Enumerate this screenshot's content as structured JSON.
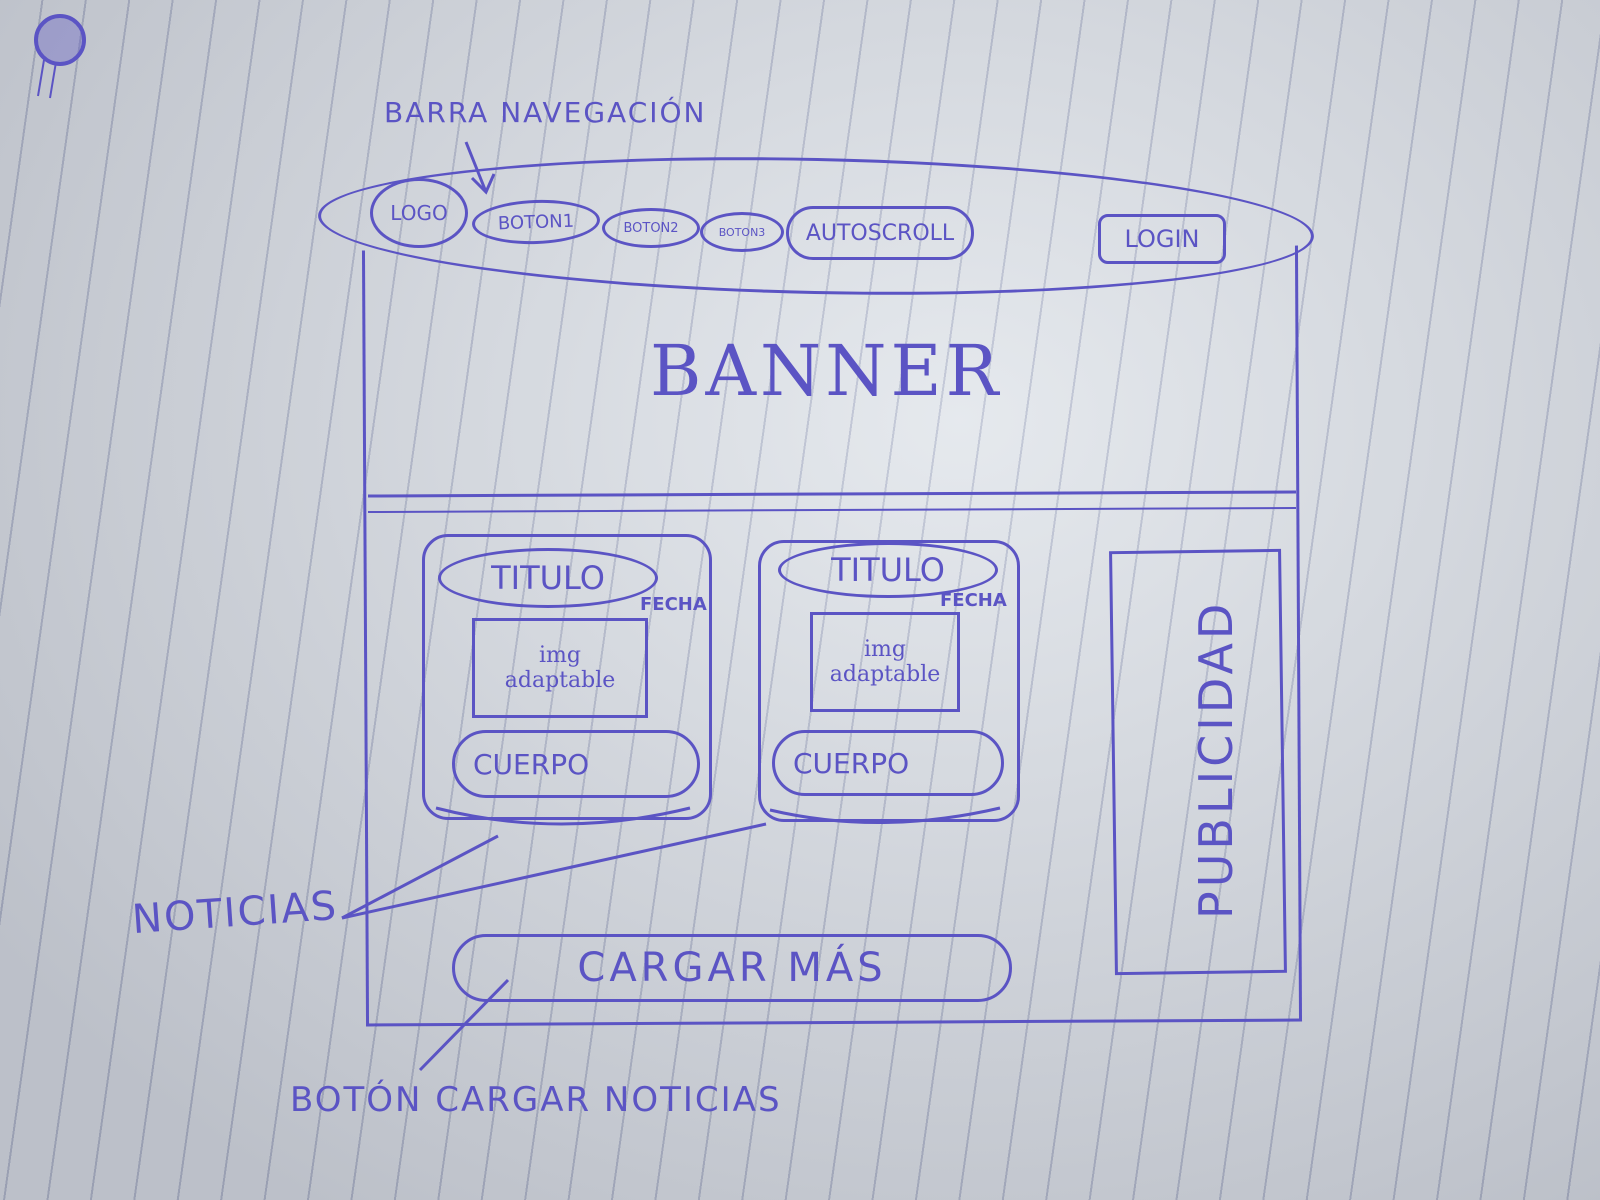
{
  "annotations": {
    "nav_bar": "BARRA NAVEGACIÓN",
    "news": "NOTICIAS",
    "load_button": "BOTÓN CARGAR NOTICIAS"
  },
  "navbar": {
    "logo": "LOGO",
    "buttons": [
      "BOTON1",
      "BOTON2",
      "BOTON3",
      "AUTOSCROLL"
    ],
    "login": "LOGIN"
  },
  "banner": {
    "label": "BANNER"
  },
  "news_cards": [
    {
      "title": "TITULO",
      "date": "FECHA",
      "image": "img adaptable",
      "body": "CUERPO"
    },
    {
      "title": "TITULO",
      "date": "FECHA",
      "image": "img adaptable",
      "body": "CUERPO"
    }
  ],
  "ad": {
    "label": "PUBLICIDAD"
  },
  "load_more": {
    "label": "CARGAR MÁS"
  },
  "colors": {
    "ink": "#5b54c4",
    "paper": "#dde2e8"
  }
}
